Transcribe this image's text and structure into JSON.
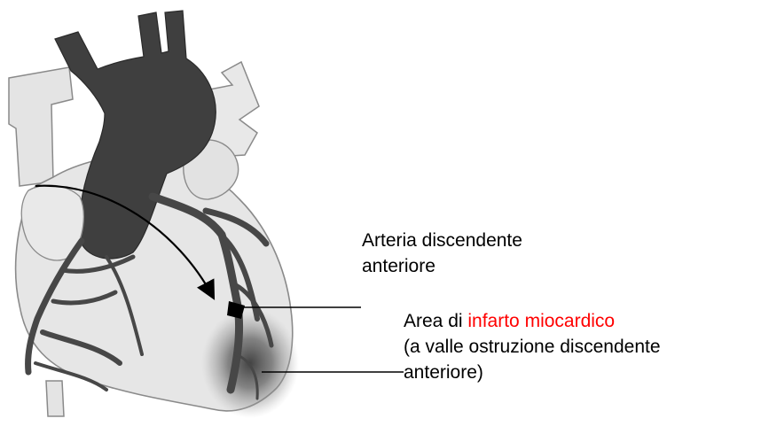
{
  "labels": {
    "artery_line1": "Arteria discendente",
    "artery_line2": "anteriore",
    "area_prefix": "Area di ",
    "area_highlight": "infarto miocardico",
    "area_line2": "(a valle ostruzione discendente",
    "area_line3": "anteriore)"
  },
  "colors": {
    "highlight": "#ff0000",
    "heart_light": "#e6e6e6",
    "heart_vessel": "#4a4a4a",
    "heart_outline": "#8a8a8a"
  }
}
